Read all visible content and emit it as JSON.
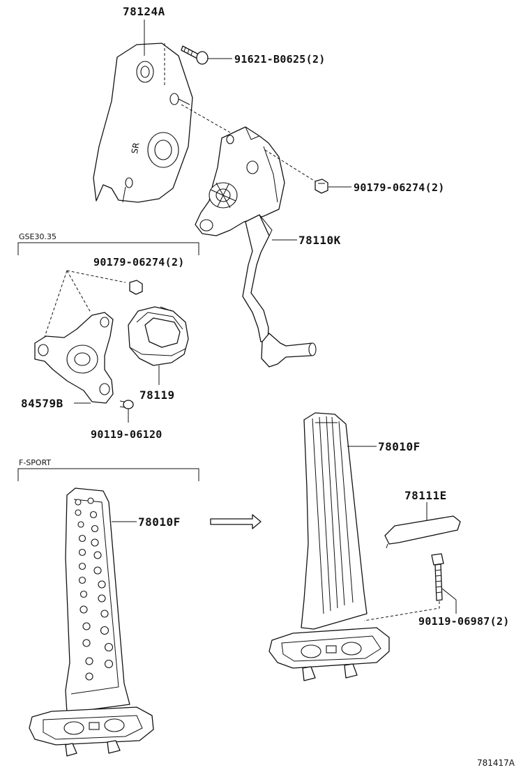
{
  "labels": {
    "p78124a": "78124A",
    "p91621": "91621-B0625(2)",
    "p90179_top": "90179-06274(2)",
    "p78110k": "78110K",
    "grp_gse": "GSE30.35",
    "p90179_mid": "90179-06274(2)",
    "p78119": "78119",
    "p84579b": "84579B",
    "p90119_06120": "90119-06120",
    "grp_fsport": "F-SPORT",
    "p78010f_left": "78010F",
    "p78010f_right": "78010F",
    "p78111e": "78111E",
    "p90119_06987": "90119-06987(2)",
    "diagram_ref": "781417A"
  }
}
